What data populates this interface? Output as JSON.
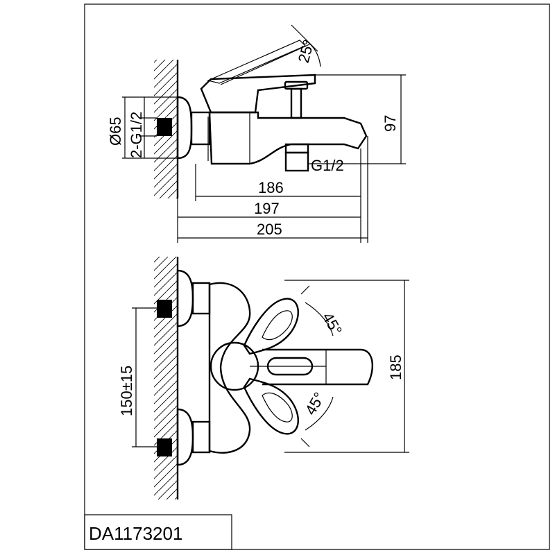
{
  "dimensions": {
    "side_view": {
      "angle": "25°",
      "diameter": "Ø65",
      "inlet": "2-G1/2",
      "height": "97",
      "outlet": "G1/2",
      "length_1": "186",
      "length_2": "197",
      "length_3": "205"
    },
    "top_view": {
      "angle_upper": "45°",
      "angle_lower": "45°",
      "centers": "150±15",
      "width": "185"
    }
  },
  "title_block": {
    "model": "DA1173201"
  }
}
